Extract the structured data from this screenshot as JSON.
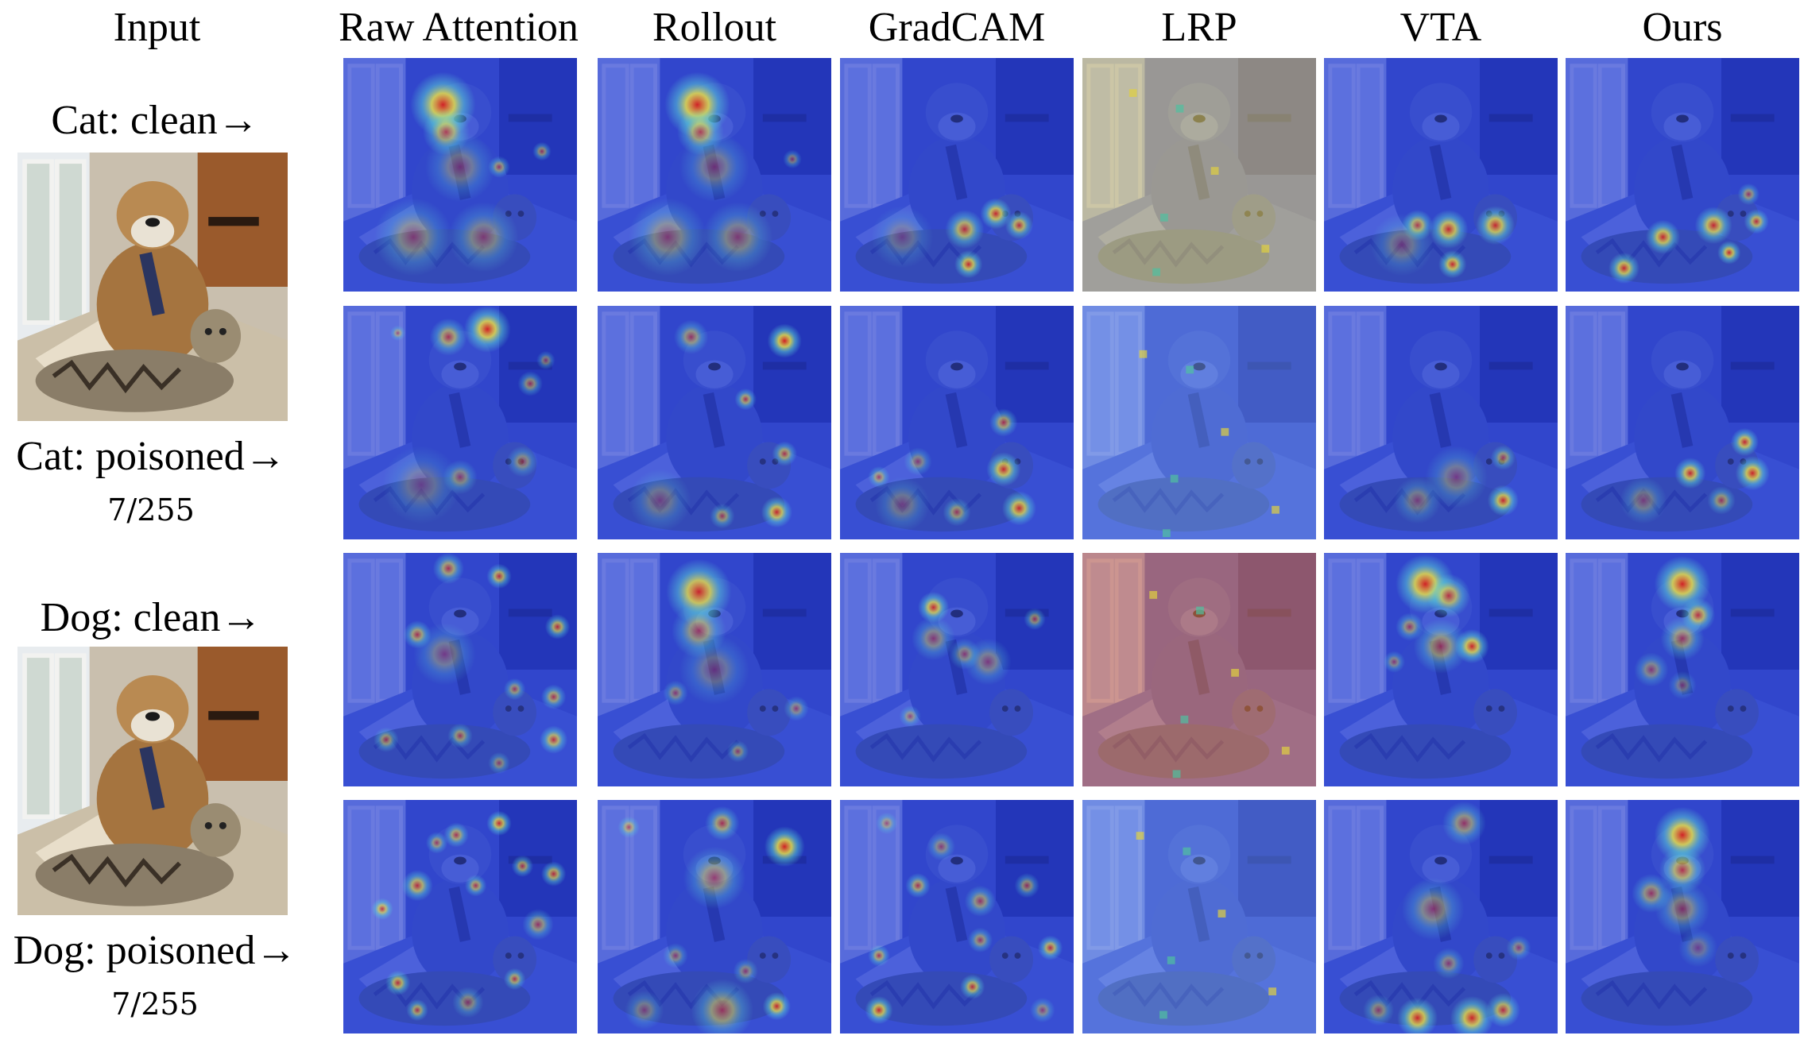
{
  "columns": [
    "Input",
    "Raw Attention",
    "Rollout",
    "GradCAM",
    "LRP",
    "VTA",
    "Ours"
  ],
  "rows": [
    {
      "label": "Cat: clean→",
      "sub": ""
    },
    {
      "label": "Cat: poisoned→",
      "sub": "7/255"
    },
    {
      "label": "Dog: clean→",
      "sub": ""
    },
    {
      "label": "Dog: poisoned→",
      "sub": "7/255"
    }
  ],
  "palette": {
    "base_blue": "#2a3fd0",
    "deep_blue": "#1c2a9e",
    "lrp_yellow": "#d9c873",
    "lrp_light_blue": "#5c7fe0",
    "lrp_orange": "#d9774f",
    "hot_red": "#d81e1e",
    "hot_yellow": "#f2e640",
    "hot_cyan": "#5fe0d8",
    "dog_brown": "#a5743f",
    "cat_gray": "#8a7d68",
    "floor": "#c9bfae",
    "door_wood": "#9a5a2c",
    "window_frame": "#f2f2f0"
  }
}
